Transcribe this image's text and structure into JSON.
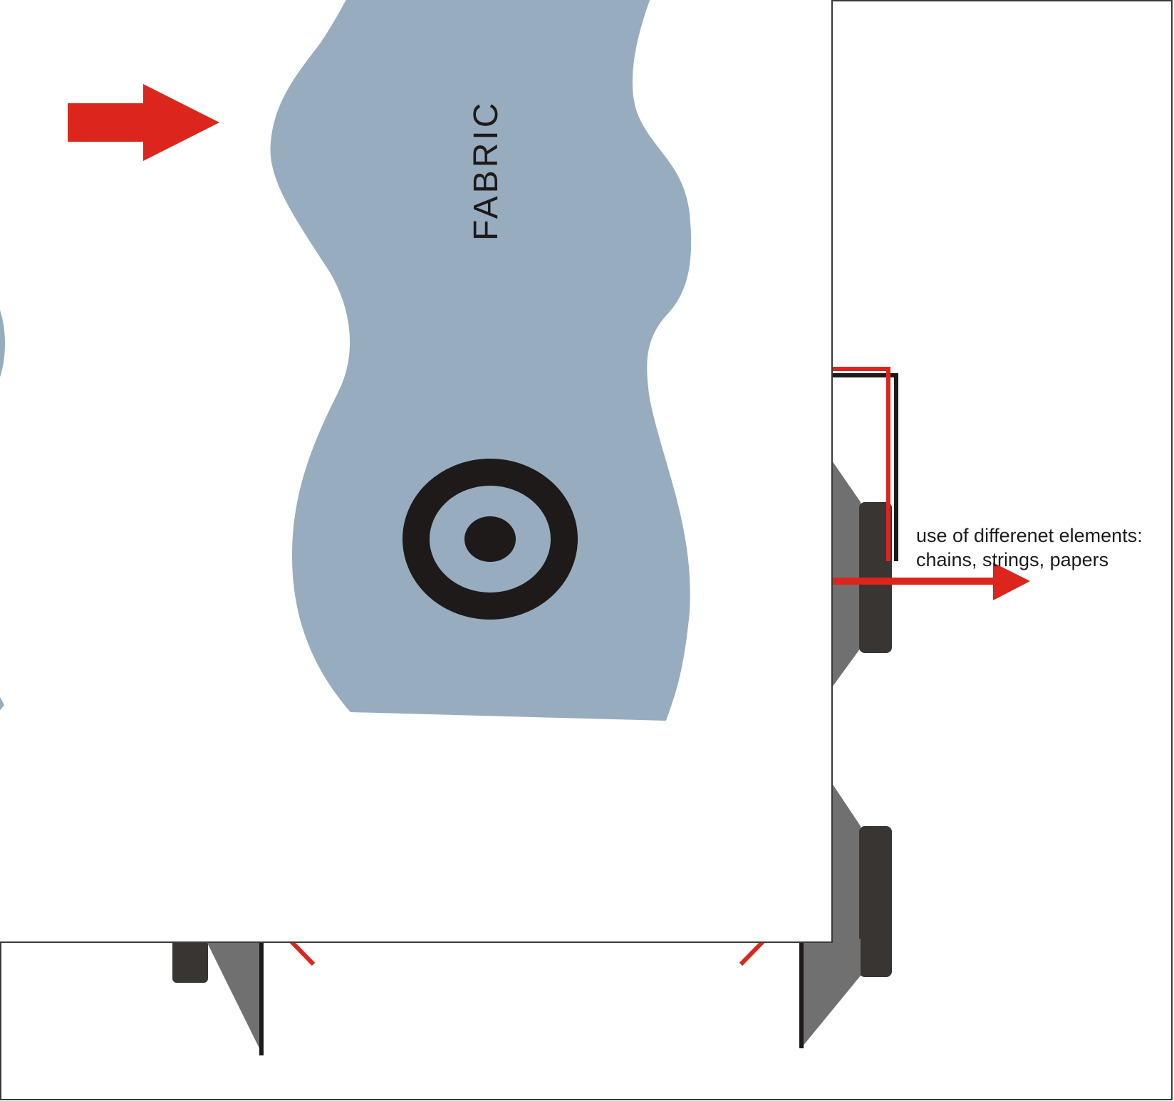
{
  "fabric_label": "FABRIC",
  "annotation": {
    "line1": "use of differenet elements:",
    "line2": "chains, strings, papers"
  },
  "colors": {
    "fabric": "#97adbf",
    "arrow_red": "#dc251c",
    "dark": "#1e1a1a",
    "hinge_dark": "#383532",
    "hinge_grey": "#717070",
    "panel_border": "#3a3a3a",
    "background": "#ffffff"
  }
}
